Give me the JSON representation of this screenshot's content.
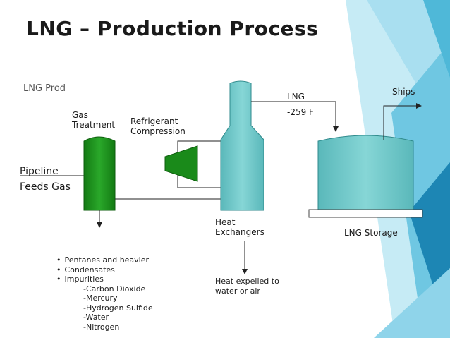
{
  "title": "LNG – Production Process",
  "section_label": "LNG Prod",
  "labels": {
    "gas_treatment": [
      "Gas",
      "Treatment"
    ],
    "refrigerant_compression": [
      "Refrigerant",
      "Compression"
    ],
    "pipeline_feeds_gas": [
      "Pipeline",
      "Feeds Gas"
    ],
    "lng": "LNG",
    "temperature": "-259 F",
    "ships": "Ships",
    "heat_exchangers": [
      "Heat",
      "Exchangers"
    ],
    "lng_storage": "LNG Storage"
  },
  "removed_items": [
    "Pentanes and heavier",
    "Condensates",
    "Impurities"
  ],
  "impurities": [
    "-Carbon Dioxide",
    "-Mercury",
    "-Hydrogen Sulfide",
    "-Water",
    "-Nitrogen"
  ],
  "heat_note": [
    "Heat expelled to",
    "water or air"
  ],
  "colors": {
    "gas_treatment_tower": "#1e8c1e",
    "compressor": "#1a8a1a",
    "heat_exchanger": "#6cc6c8",
    "storage_tank": "#6cc6c8",
    "decor_light": "#a9dff0",
    "decor_mid": "#4fb8d8",
    "decor_dark": "#1d86b4"
  }
}
